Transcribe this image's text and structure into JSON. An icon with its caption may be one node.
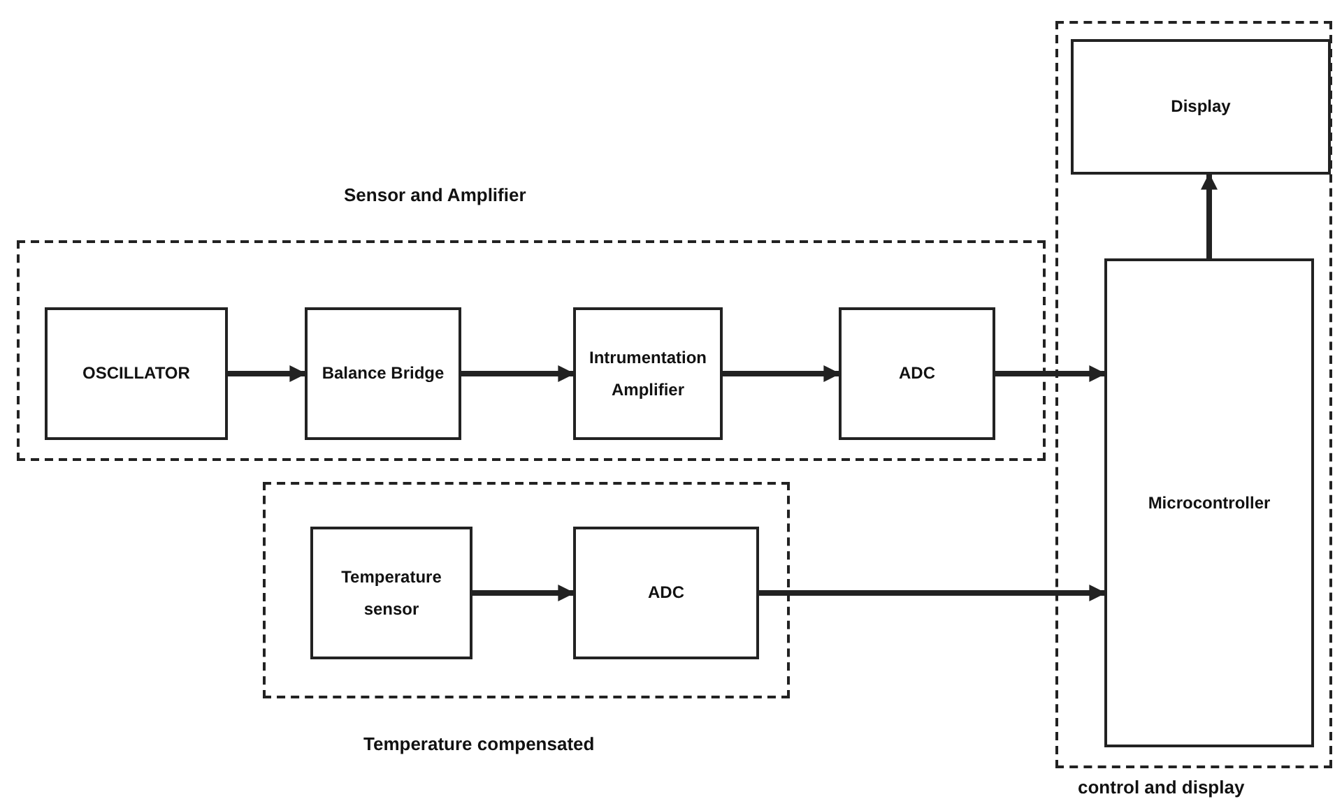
{
  "diagram": {
    "nodes": [
      {
        "text": [
          "Sensor and Amplifier"
        ]
      },
      {
        "text": [
          "OSCILLATOR"
        ],
        "in": 0
      },
      {
        "text": [
          "Balance Bridge"
        ],
        "in": 0
      },
      {
        "text": [
          "Intrumentation Amplifier"
        ],
        "in": 0
      },
      {
        "text": [
          "ADC"
        ],
        "in": 0
      },
      {
        "text": [
          "control and display"
        ]
      },
      {
        "text": [
          "Display"
        ],
        "in": 5
      },
      {
        "text": [
          "Microcontroller"
        ],
        "in": 5
      },
      {
        "text": [
          "Temperature compensated"
        ]
      },
      {
        "text": [
          "Temperature sensor"
        ],
        "in": 8
      },
      {
        "text": [
          "ADC"
        ],
        "in": 8
      }
    ],
    "edges": [
      {
        "from": 1,
        "to": 2,
        "arrow": "to"
      },
      {
        "from": 2,
        "to": 3,
        "arrow": "to"
      },
      {
        "from": 3,
        "to": 4,
        "arrow": "to"
      },
      {
        "from": 4,
        "to": 7,
        "arrow": "to"
      },
      {
        "from": 9,
        "to": 10,
        "arrow": "to"
      },
      {
        "from": 10,
        "to": 7,
        "arrow": "to"
      },
      {
        "from": 7,
        "to": 6,
        "arrow": "to"
      }
    ]
  }
}
